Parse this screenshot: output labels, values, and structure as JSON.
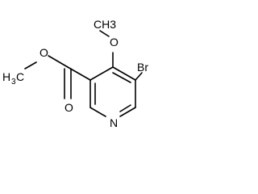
{
  "molecule": {
    "atoms": {
      "methoxy_o": "O",
      "methoxy_methyl": "CH3",
      "ester_carbonyl_o": "O",
      "ester_ether_o": "O",
      "ester_methyl_prefix": "H",
      "ester_methyl_sub": "3",
      "ester_methyl_suffix": "C",
      "ring_n": "N",
      "bromo": "Br"
    }
  }
}
